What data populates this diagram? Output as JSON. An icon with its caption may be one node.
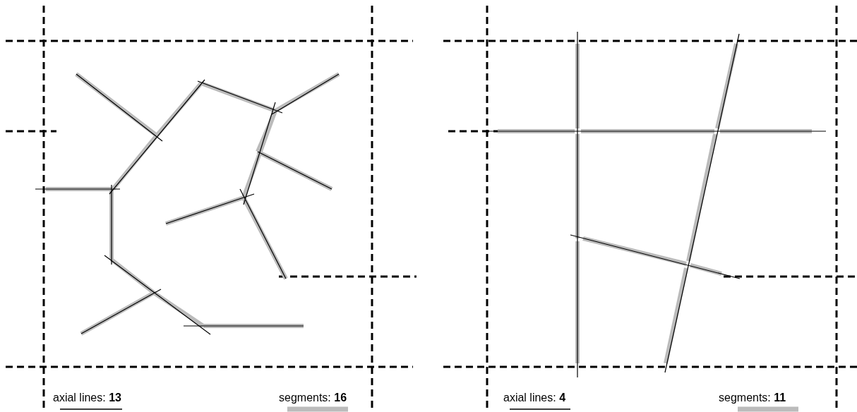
{
  "diagram": {
    "legend": [
      {
        "text": "axial lines: **13**"
      },
      {
        "text": "segments: **16**"
      },
      {
        "text": "axial lines: **4**"
      },
      {
        "text": "segments: **11**"
      }
    ]
  }
}
